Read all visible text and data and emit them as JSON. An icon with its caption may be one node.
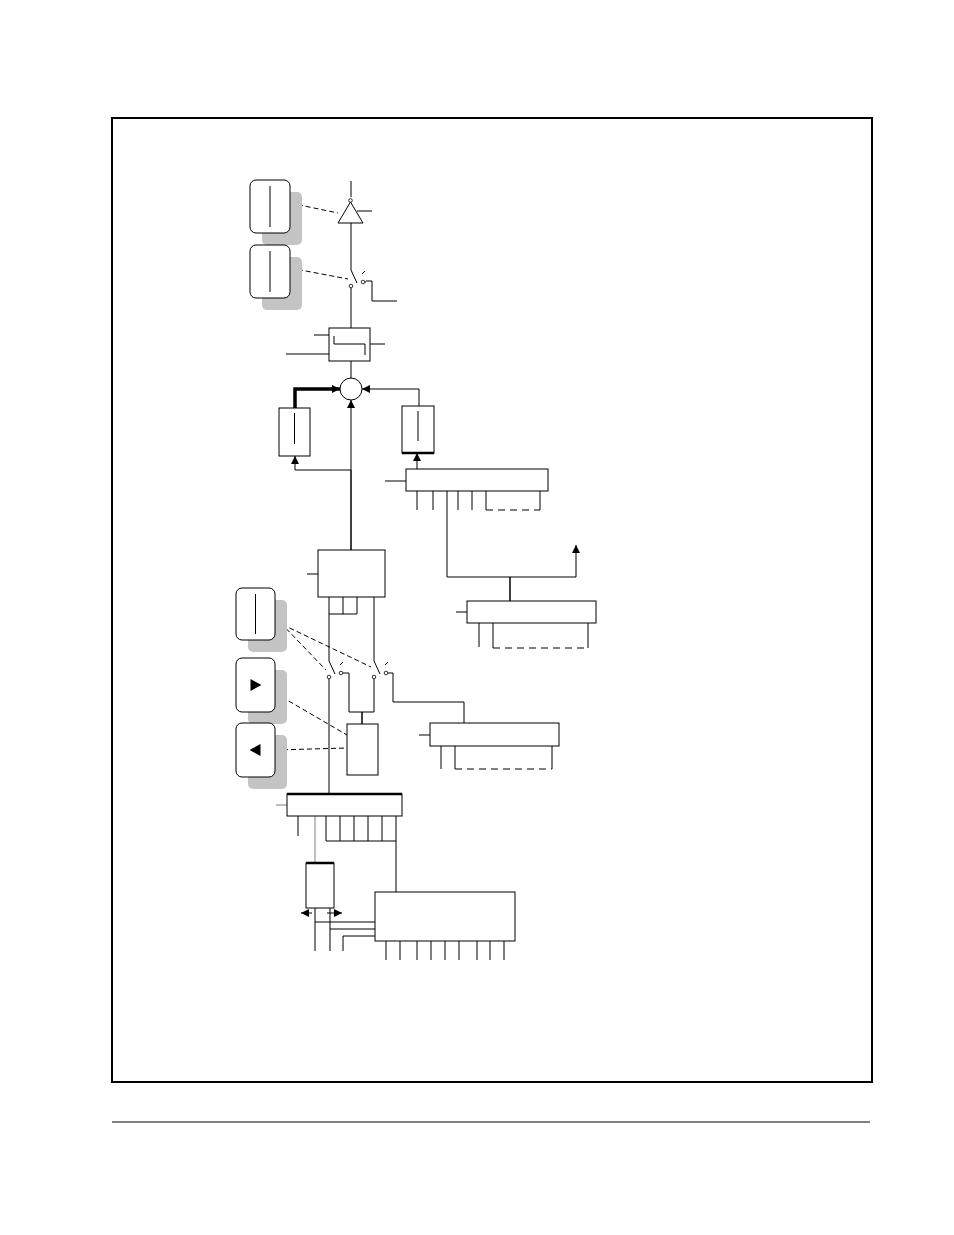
{
  "diagram": {
    "nodes": [
      {
        "text": [],
        "shape": "button"
      },
      {
        "text": [],
        "shape": "button"
      },
      {
        "text": [],
        "shape": "triangle"
      },
      {
        "text": [],
        "shape": "switch"
      },
      {
        "text": [],
        "shape": "box"
      },
      {
        "text": [],
        "shape": "circle"
      },
      {
        "text": [],
        "shape": "box"
      },
      {
        "text": [],
        "shape": "box"
      },
      {
        "text": [],
        "shape": "box"
      },
      {
        "text": [],
        "shape": "box"
      },
      {
        "text": [],
        "shape": "box"
      },
      {
        "text": [],
        "shape": "button"
      },
      {
        "text": [],
        "shape": "button"
      },
      {
        "text": [],
        "shape": "button"
      },
      {
        "text": [],
        "shape": "switch"
      },
      {
        "text": [],
        "shape": "switch"
      },
      {
        "text": [],
        "shape": "box"
      },
      {
        "text": [],
        "shape": "box"
      },
      {
        "text": [],
        "shape": "box"
      },
      {
        "text": [],
        "shape": "box"
      },
      {
        "text": [],
        "shape": "box"
      }
    ],
    "edges": [
      {
        "from": 0,
        "to": 2,
        "arrow": "none",
        "style": "dashed"
      },
      {
        "from": 2,
        "to": 3,
        "arrow": "none"
      },
      {
        "from": 1,
        "to": 3,
        "arrow": "none",
        "style": "dashed"
      },
      {
        "from": 3,
        "to": 4,
        "arrow": "none"
      },
      {
        "from": 4,
        "to": 5,
        "arrow": "none"
      },
      {
        "from": 6,
        "to": 5,
        "arrow": "to",
        "style": "thick"
      },
      {
        "from": 7,
        "to": 5,
        "arrow": "to"
      },
      {
        "from": 9,
        "to": 5,
        "arrow": "to"
      },
      {
        "from": 9,
        "to": 6,
        "arrow": "to"
      },
      {
        "from": 8,
        "to": 7,
        "arrow": "to"
      },
      {
        "from": 10,
        "to": 8,
        "arrow": "none"
      },
      {
        "from": 10,
        "to": null,
        "arrow": "to"
      },
      {
        "from": 9,
        "to": 14,
        "arrow": "none"
      },
      {
        "from": 9,
        "to": 15,
        "arrow": "none"
      },
      {
        "from": 11,
        "to": 14,
        "arrow": "none",
        "style": "dashed"
      },
      {
        "from": 11,
        "to": 15,
        "arrow": "none",
        "style": "dashed"
      },
      {
        "from": 14,
        "to": 16,
        "arrow": "none"
      },
      {
        "from": 15,
        "to": 16,
        "arrow": "none"
      },
      {
        "from": 15,
        "to": 17,
        "arrow": "none"
      },
      {
        "from": 12,
        "to": 16,
        "arrow": "none",
        "style": "dashed"
      },
      {
        "from": 13,
        "to": 16,
        "arrow": "none",
        "style": "dashed"
      },
      {
        "from": 14,
        "to": 18,
        "arrow": "none"
      },
      {
        "from": 18,
        "to": 19,
        "arrow": "none",
        "color": "#808080"
      },
      {
        "from": 18,
        "to": 20,
        "arrow": "none"
      },
      {
        "from": 19,
        "to": 20,
        "arrow": "none"
      },
      {
        "from": 19,
        "to": 20,
        "arrow": "none"
      },
      {
        "from": null,
        "to": 20,
        "arrow": "none"
      }
    ]
  }
}
